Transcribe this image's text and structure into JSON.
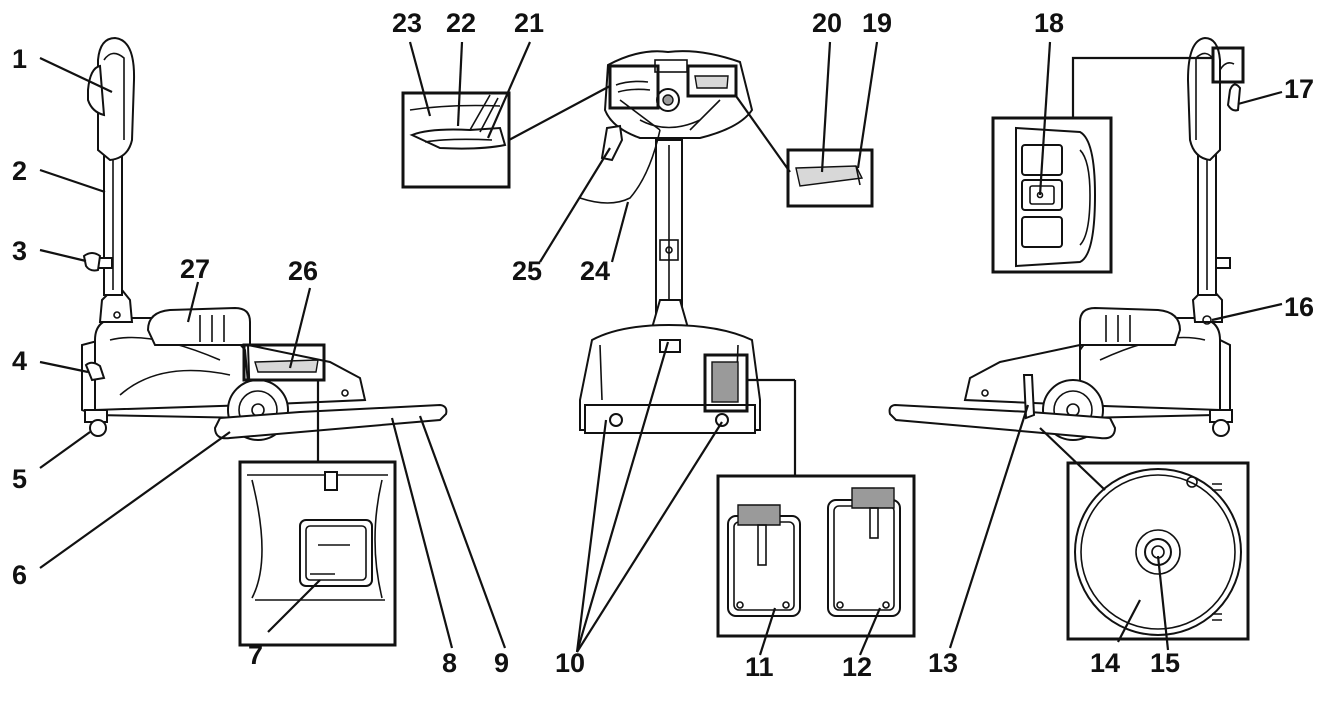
{
  "callouts": [
    {
      "id": "1",
      "text": "1"
    },
    {
      "id": "2",
      "text": "2"
    },
    {
      "id": "3",
      "text": "3"
    },
    {
      "id": "4",
      "text": "4"
    },
    {
      "id": "5",
      "text": "5"
    },
    {
      "id": "6",
      "text": "6"
    },
    {
      "id": "7",
      "text": "7"
    },
    {
      "id": "8",
      "text": "8"
    },
    {
      "id": "9",
      "text": "9"
    },
    {
      "id": "10",
      "text": "10"
    },
    {
      "id": "11",
      "text": "11"
    },
    {
      "id": "12",
      "text": "12"
    },
    {
      "id": "13",
      "text": "13"
    },
    {
      "id": "14",
      "text": "14"
    },
    {
      "id": "15",
      "text": "15"
    },
    {
      "id": "16",
      "text": "16"
    },
    {
      "id": "17",
      "text": "17"
    },
    {
      "id": "18",
      "text": "18"
    },
    {
      "id": "19",
      "text": "19"
    },
    {
      "id": "20",
      "text": "20"
    },
    {
      "id": "21",
      "text": "21"
    },
    {
      "id": "22",
      "text": "22"
    },
    {
      "id": "23",
      "text": "23"
    },
    {
      "id": "24",
      "text": "24"
    },
    {
      "id": "25",
      "text": "25"
    },
    {
      "id": "26",
      "text": "26"
    },
    {
      "id": "27",
      "text": "27"
    }
  ],
  "colors": {
    "ink": "#111111",
    "fill_light": "#d8d8d8",
    "fill_dark": "#9a9a9a",
    "background": "#ffffff"
  }
}
